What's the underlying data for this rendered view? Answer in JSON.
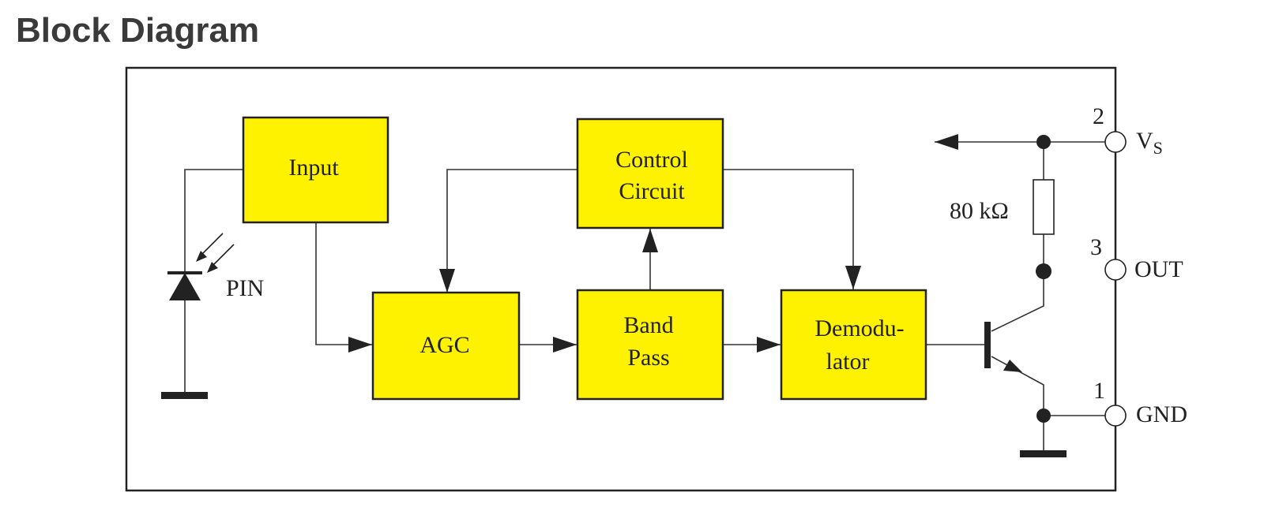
{
  "title": "Block Diagram",
  "blocks": {
    "input": "Input",
    "control_line1": "Control",
    "control_line2": "Circuit",
    "agc": "AGC",
    "bandpass_line1": "Band",
    "bandpass_line2": "Pass",
    "demod_line1": "Demodu-",
    "demod_line2": "lator"
  },
  "labels": {
    "pin": "PIN",
    "resistor": "80 kΩ"
  },
  "pins": {
    "vs_num": "2",
    "vs_label": "V",
    "vs_sub": "S",
    "out_num": "3",
    "out_label": "OUT",
    "gnd_num": "1",
    "gnd_label": "GND"
  },
  "colors": {
    "block_fill": "#fff200",
    "stroke": "#222222"
  }
}
